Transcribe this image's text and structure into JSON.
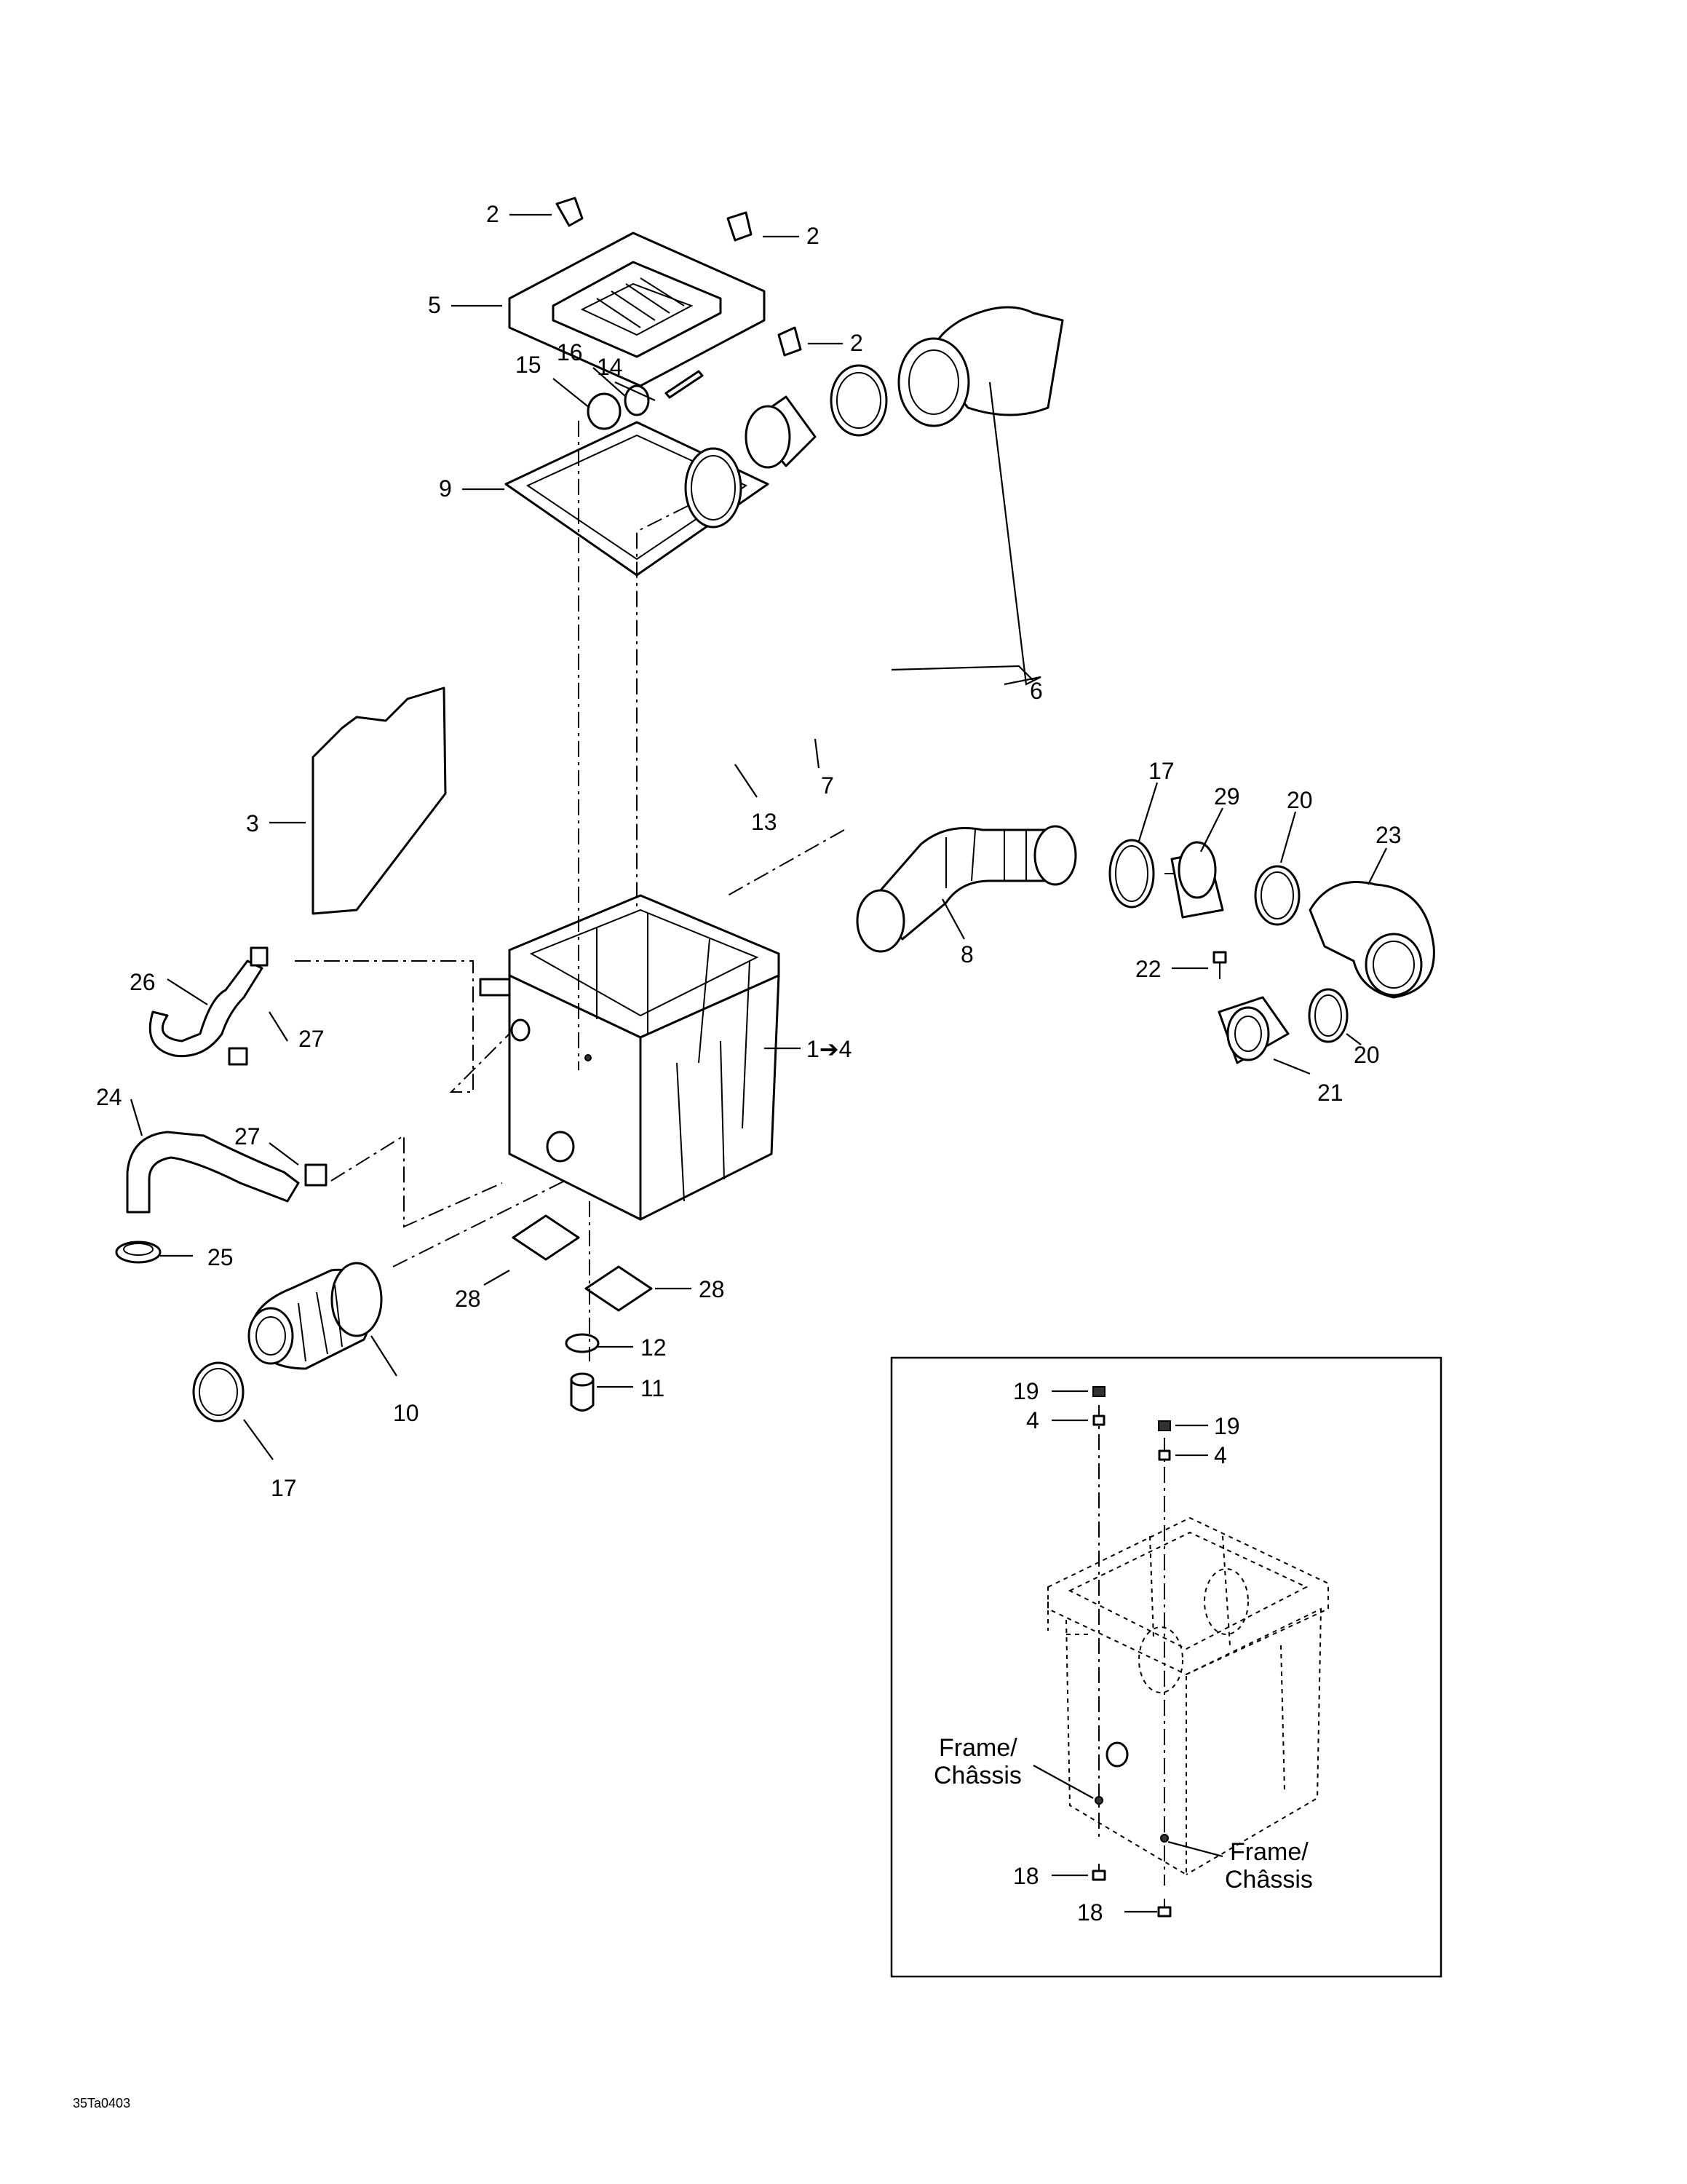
{
  "callouts": {
    "c2a": "2",
    "c2b": "2",
    "c2c": "2",
    "c5": "5",
    "c9": "9",
    "c14": "14",
    "c16": "16",
    "c15": "15",
    "c6": "6",
    "c7": "7",
    "c13": "13",
    "c3": "3",
    "c17a": "17",
    "c29": "29",
    "c20a": "20",
    "c23": "23",
    "c8": "8",
    "c22": "22",
    "c20b": "20",
    "c21": "21",
    "c26": "26",
    "c27a": "27",
    "c1to4": "1➔4",
    "c24": "24",
    "c27b": "27",
    "c25": "25",
    "c28a": "28",
    "c28b": "28",
    "c12": "12",
    "c11": "11",
    "c10": "10",
    "c17b": "17"
  },
  "inset": {
    "c19a": "19",
    "c4a": "4",
    "c19b": "19",
    "c4b": "4",
    "frame_left_1": "Frame/",
    "frame_left_2": "Châssis",
    "frame_right_1": "Frame/",
    "frame_right_2": "Châssis",
    "c18a": "18",
    "c18b": "18"
  },
  "figure_code": "35Ta0403"
}
